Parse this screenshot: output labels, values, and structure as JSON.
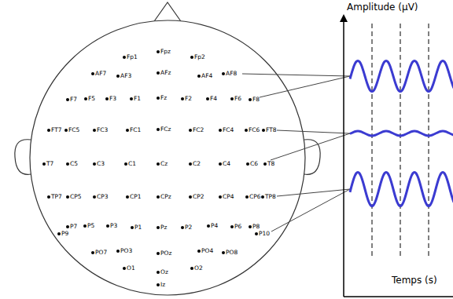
{
  "diagram": {
    "labels": [
      "Fp1",
      "Fpz",
      "Fp2",
      "AF7",
      "AF3",
      "AFz",
      "AF4",
      "AF8",
      "F7",
      "F5",
      "F3",
      "F1",
      "Fz",
      "F2",
      "F4",
      "F6",
      "F8",
      "FT7",
      "FC5",
      "FC3",
      "FC1",
      "FCz",
      "FC2",
      "FC4",
      "FC6",
      "FT8",
      "T7",
      "C5",
      "C3",
      "C1",
      "Cz",
      "C2",
      "C4",
      "C6",
      "T8",
      "TP7",
      "CP5",
      "CP3",
      "CP1",
      "CPz",
      "CP2",
      "CP4",
      "CP6",
      "TP8",
      "P9",
      "P7",
      "P5",
      "P3",
      "P1",
      "Pz",
      "P2",
      "P4",
      "P6",
      "P8",
      "P10",
      "PO7",
      "PO3",
      "POz",
      "PO4",
      "PO8",
      "O1",
      "Oz",
      "O2",
      "Iz",
      "Amplitude (µV)",
      "Temps (s)"
    ]
  }
}
